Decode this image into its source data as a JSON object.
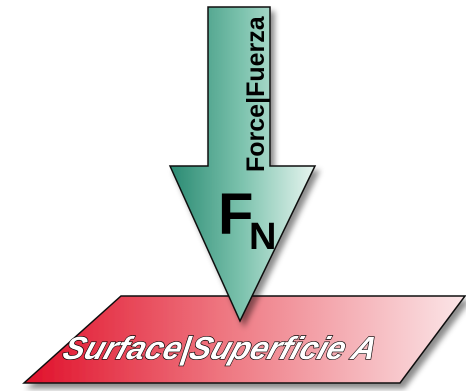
{
  "force_label": "Force|Fuerza",
  "normal_force_symbol": "F",
  "normal_force_subscript": "N",
  "surface_label": "Surface|Superficie A",
  "colors": {
    "arrow_dark": "#2a8a72",
    "arrow_mid": "#7dc3ae",
    "arrow_light": "#e8f5f0",
    "surface_dark": "#e0102a",
    "surface_mid": "#ee7680",
    "surface_light": "#fbe6e8",
    "outline": "#111111"
  }
}
